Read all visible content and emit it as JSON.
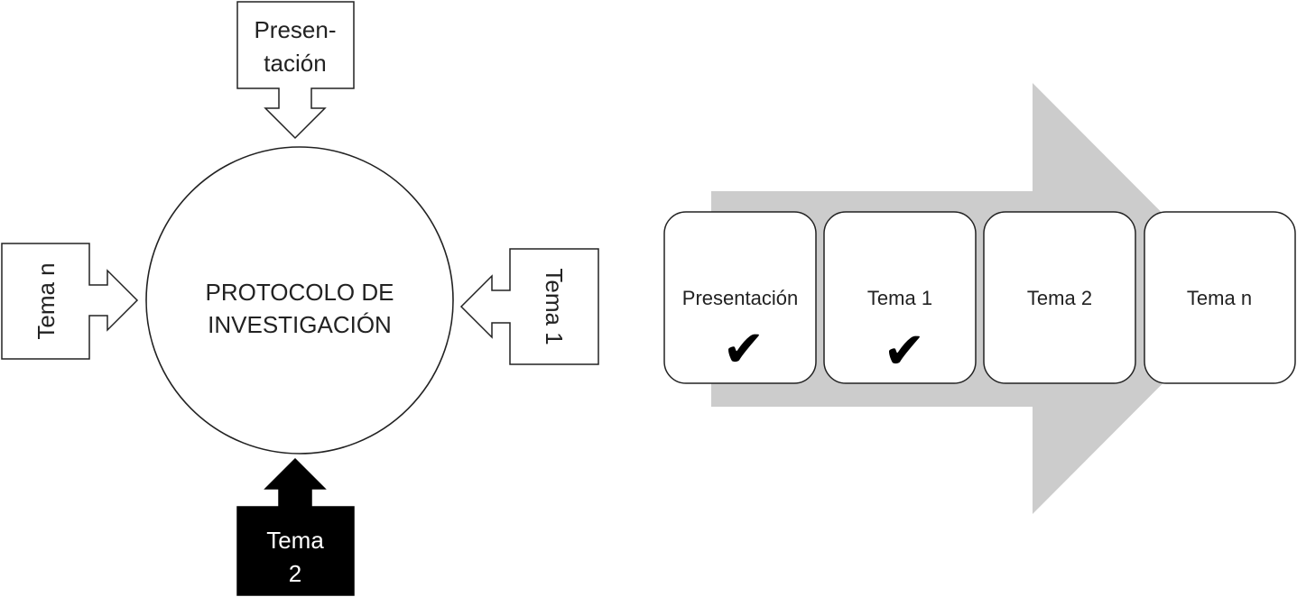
{
  "colors": {
    "stroke": "#222222",
    "fill_white": "#ffffff",
    "fill_black": "#000000",
    "process_arrow": "#cccccc",
    "text_dark": "#222222",
    "text_light": "#ffffff"
  },
  "left_diagram": {
    "center_label": {
      "line1": "PROTOCOLO DE",
      "line2": "INVESTIGACIÓN"
    },
    "top_callout": {
      "line1": "Presen-",
      "line2": "tación"
    },
    "right_callout": {
      "label": "Tema 1"
    },
    "bottom_callout": {
      "line1": "Tema",
      "line2": "2"
    },
    "left_callout": {
      "label": "Tema n"
    }
  },
  "right_diagram": {
    "steps": [
      {
        "label": "Presentación",
        "checked": true
      },
      {
        "label": "Tema 1",
        "checked": true
      },
      {
        "label": "Tema 2",
        "checked": false
      },
      {
        "label": "Tema n",
        "checked": false
      }
    ],
    "check_glyph": "✔"
  }
}
